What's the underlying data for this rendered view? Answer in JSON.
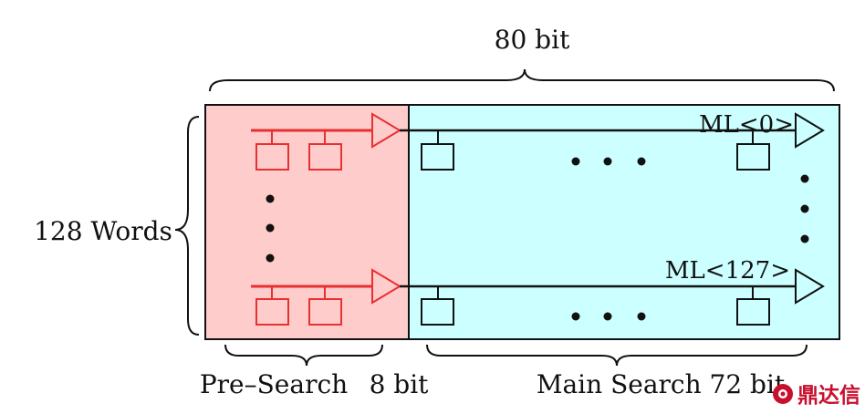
{
  "labels": {
    "top_width": "80 bit",
    "words": "128  Words",
    "pre_search": "Pre–Search",
    "pre_bits": "8 bit",
    "main_search": "Main  Search  72  bit",
    "ml_first": "ML<0>",
    "ml_last": "ML<127>"
  },
  "colors": {
    "pre_region": "#ffcccc",
    "main_region": "#ccffff",
    "pre_lines": "#e83030",
    "outline": "#111111",
    "logo": "#c8102e"
  },
  "logo": {
    "text": "鼎达信",
    "icon": "dingdaxin-logo-icon"
  }
}
